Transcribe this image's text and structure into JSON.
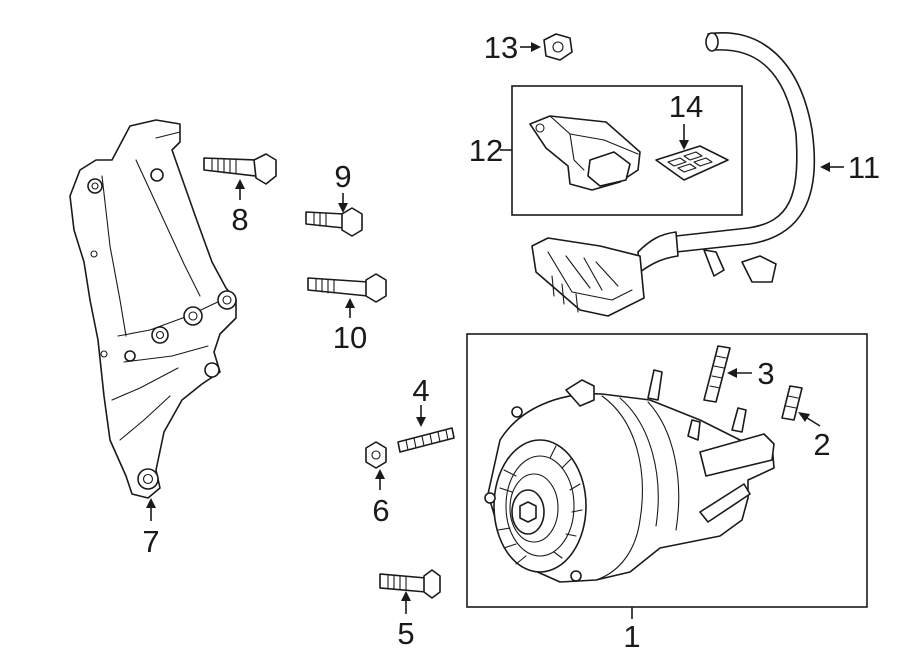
{
  "diagram": {
    "callouts": [
      {
        "id": "1",
        "label": "1",
        "part": "alternator"
      },
      {
        "id": "2",
        "label": "2",
        "part": "stud"
      },
      {
        "id": "3",
        "label": "3",
        "part": "stud"
      },
      {
        "id": "4",
        "label": "4",
        "part": "stud"
      },
      {
        "id": "5",
        "label": "5",
        "part": "bolt"
      },
      {
        "id": "6",
        "label": "6",
        "part": "nut"
      },
      {
        "id": "7",
        "label": "7",
        "part": "mounting-bracket"
      },
      {
        "id": "8",
        "label": "8",
        "part": "bolt"
      },
      {
        "id": "9",
        "label": "9",
        "part": "bolt"
      },
      {
        "id": "10",
        "label": "10",
        "part": "bolt"
      },
      {
        "id": "11",
        "label": "11",
        "part": "wiring-harness"
      },
      {
        "id": "12",
        "label": "12",
        "part": "connector-bracket"
      },
      {
        "id": "13",
        "label": "13",
        "part": "nut"
      },
      {
        "id": "14",
        "label": "14",
        "part": "label"
      }
    ],
    "colors": {
      "line": "#1a1a1a",
      "background": "#ffffff"
    }
  }
}
